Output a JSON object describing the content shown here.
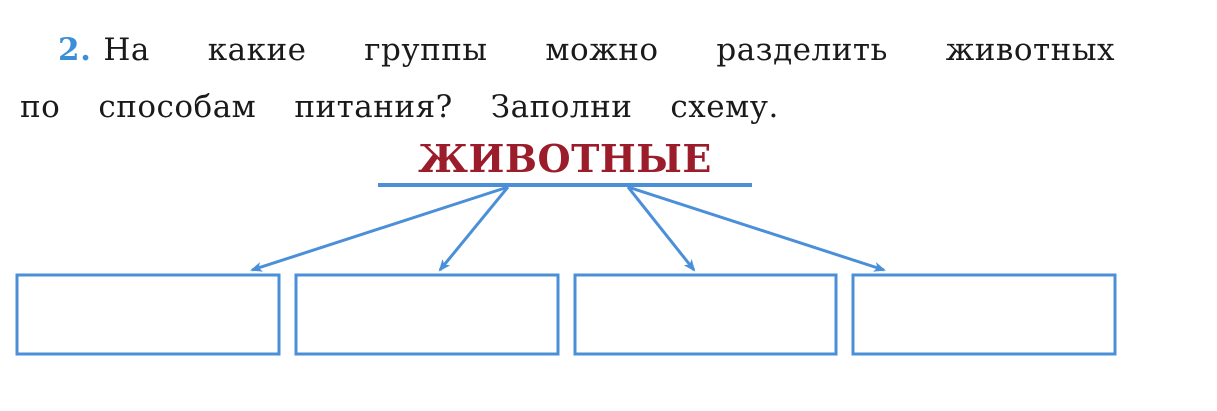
{
  "task": {
    "number": "2.",
    "line1_words": [
      "На",
      "какие",
      "группы",
      "можно",
      "разделить",
      "животных"
    ],
    "line2_words": [
      "по",
      "способам",
      "питания?",
      "Заполни",
      "схему."
    ]
  },
  "scheme": {
    "heading": "ЖИВОТНЫЕ",
    "boxes": [
      "",
      "",
      "",
      ""
    ],
    "line_color": "#4a8fd8",
    "heading_color": "#9b1c2a"
  }
}
